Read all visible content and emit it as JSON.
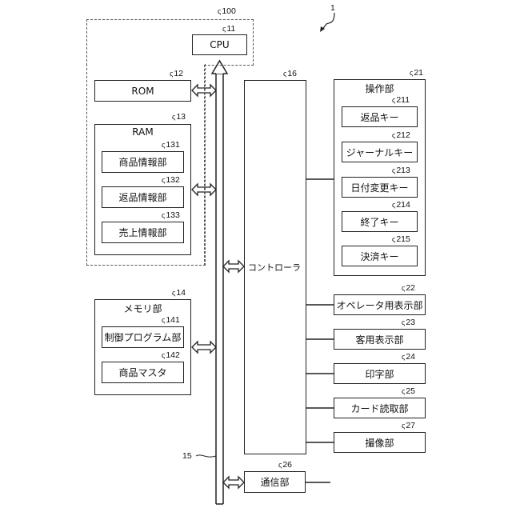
{
  "figure_ref": "1",
  "group_ref": "100",
  "cpu": {
    "label": "CPU",
    "ref": "11"
  },
  "rom": {
    "label": "ROM",
    "ref": "12"
  },
  "ram": {
    "label": "RAM",
    "ref": "13",
    "items": [
      {
        "label": "商品情報部",
        "ref": "131"
      },
      {
        "label": "返品情報部",
        "ref": "132"
      },
      {
        "label": "売上情報部",
        "ref": "133"
      }
    ]
  },
  "memory": {
    "label": "メモリ部",
    "ref": "14",
    "items": [
      {
        "label": "制御プログラム部",
        "ref": "141"
      },
      {
        "label": "商品マスタ",
        "ref": "142"
      }
    ]
  },
  "bus": {
    "ref": "15"
  },
  "controller": {
    "label": "コントローラ",
    "ref": "16"
  },
  "operation": {
    "label": "操作部",
    "ref": "21",
    "keys": [
      {
        "label": "返品キー",
        "ref": "211"
      },
      {
        "label": "ジャーナルキー",
        "ref": "212"
      },
      {
        "label": "日付変更キー",
        "ref": "213"
      },
      {
        "label": "終了キー",
        "ref": "214"
      },
      {
        "label": "決済キー",
        "ref": "215"
      }
    ]
  },
  "peripherals": [
    {
      "label": "オペレータ用表示部",
      "ref": "22"
    },
    {
      "label": "客用表示部",
      "ref": "23"
    },
    {
      "label": "印字部",
      "ref": "24"
    },
    {
      "label": "カード読取部",
      "ref": "25"
    },
    {
      "label": "撮像部",
      "ref": "27"
    }
  ],
  "comm": {
    "label": "通信部",
    "ref": "26"
  }
}
